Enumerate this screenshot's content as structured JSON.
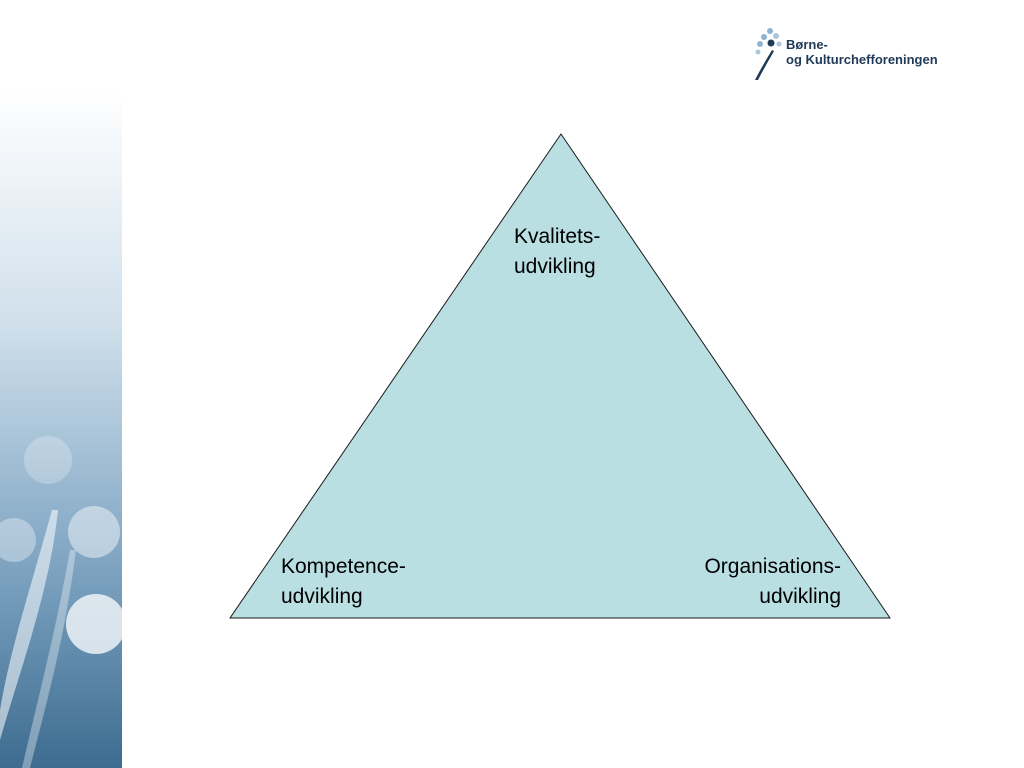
{
  "logo": {
    "line1": "Børne-",
    "line2": "og Kulturchefforeningen"
  },
  "diagram": {
    "top_label": [
      "Kvalitets-",
      "udvikling"
    ],
    "left_label": [
      "Kompetence-",
      "udvikling"
    ],
    "right_label": [
      "Organisations-",
      "udvikling"
    ]
  },
  "colors": {
    "triangle_fill": "#b9dfe3",
    "triangle_stroke": "#1a1a1a",
    "band_top": "#ffffff",
    "band_bottom": "#3f6e92",
    "logo_text": "#1f3a56",
    "logo_dots": "#8fb4d1"
  }
}
